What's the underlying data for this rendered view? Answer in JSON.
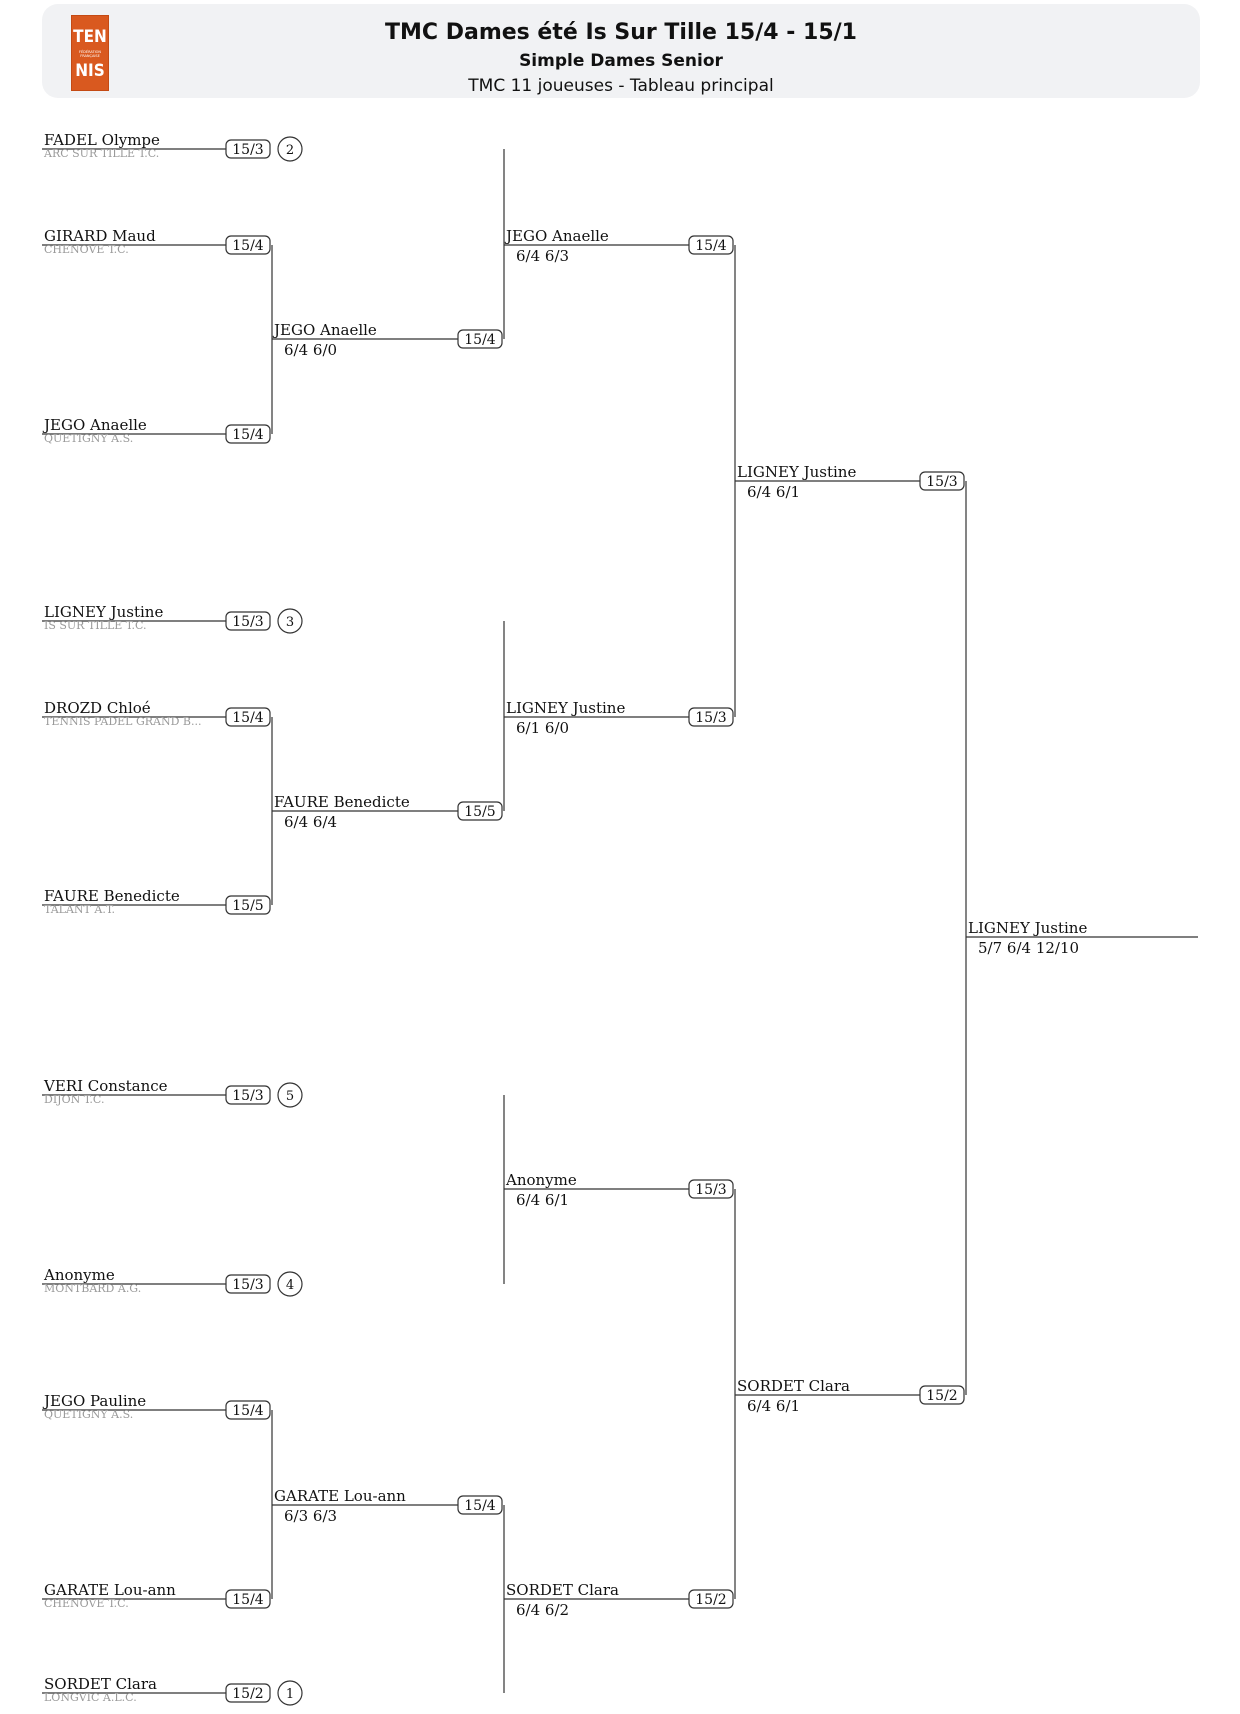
{
  "header": {
    "title": "TMC Dames été Is Sur Tille 15/4 - 15/1",
    "subtitle": "Simple Dames Senior",
    "description": "TMC 11 joueuses - Tableau principal",
    "logo": {
      "top": "TEN",
      "middle": "FÉDÉRATION FRANÇAISE",
      "bottom": "NIS",
      "color": "#d9591f"
    }
  },
  "rounds": [
    [
      {
        "name": "FADEL Olympe",
        "club": "ARC SUR TILLE T.C.",
        "rank": "15/3",
        "seed": "2"
      },
      {
        "name": "GIRARD Maud",
        "club": "CHENOVE T.C.",
        "rank": "15/4"
      },
      {
        "name": "JEGO Anaelle",
        "club": "QUETIGNY A.S.",
        "rank": "15/4"
      },
      {
        "name": "LIGNEY Justine",
        "club": "IS SUR TILLE T.C.",
        "rank": "15/3",
        "seed": "3"
      },
      {
        "name": "DROZD Chloé",
        "club": "TENNIS PADEL GRAND B...",
        "rank": "15/4"
      },
      {
        "name": "FAURE Benedicte",
        "club": "TALANT A.T.",
        "rank": "15/5"
      },
      {
        "name": "VERI Constance",
        "club": "DIJON T.C.",
        "rank": "15/3",
        "seed": "5"
      },
      {
        "name": "Anonyme",
        "club": "MONTBARD A.G.",
        "rank": "15/3",
        "seed": "4"
      },
      {
        "name": "JEGO Pauline",
        "club": "QUETIGNY A.S.",
        "rank": "15/4"
      },
      {
        "name": "GARATE Lou-ann",
        "club": "CHENOVE T.C.",
        "rank": "15/4"
      },
      {
        "name": "SORDET Clara",
        "club": "LONGVIC A.L.C.",
        "rank": "15/2",
        "seed": "1"
      }
    ],
    [
      {
        "name": "JEGO Anaelle",
        "score": "6/4 6/0",
        "rank": "15/4"
      },
      {
        "name": "FAURE Benedicte",
        "score": "6/4 6/4",
        "rank": "15/5"
      },
      {
        "name": "GARATE Lou-ann",
        "score": "6/3 6/3",
        "rank": "15/4"
      }
    ],
    [
      {
        "name": "JEGO Anaelle",
        "score": "6/4 6/3",
        "rank": "15/4"
      },
      {
        "name": "LIGNEY Justine",
        "score": "6/1 6/0",
        "rank": "15/3"
      },
      {
        "name": "Anonyme",
        "score": "6/4 6/1",
        "rank": "15/3"
      },
      {
        "name": "SORDET Clara",
        "score": "6/4 6/2",
        "rank": "15/2"
      }
    ],
    [
      {
        "name": "LIGNEY Justine",
        "score": "6/4 6/1",
        "rank": "15/3"
      },
      {
        "name": "SORDET Clara",
        "score": "6/4 6/1",
        "rank": "15/2"
      }
    ],
    [
      {
        "name": "LIGNEY Justine",
        "score": "5/7 6/4 12/10"
      }
    ]
  ]
}
